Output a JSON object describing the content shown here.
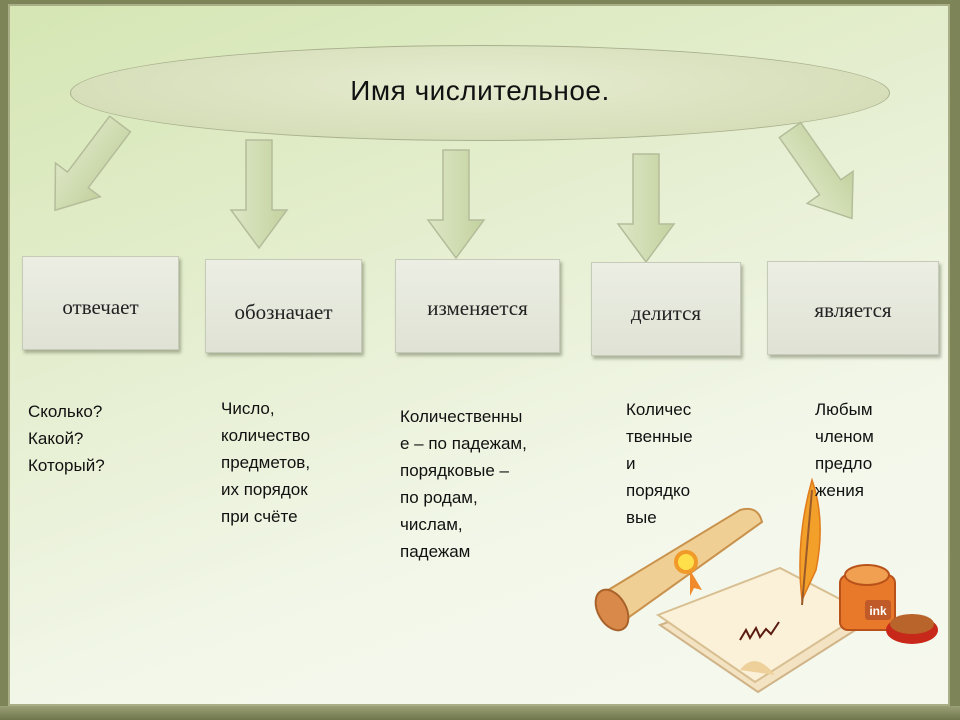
{
  "title": "Имя числительное.",
  "boxes": [
    {
      "label": "отвечает",
      "text": "Сколько?\nКакой?\nКоторый?"
    },
    {
      "label": "обозначает",
      "text": "Число,\nколичество\nпредметов,\nих порядок\nпри счёте"
    },
    {
      "label": "изменяется",
      "text": "Количественны\nе – по падежам,\nпорядковые –\nпо родам,\nчислам,\nпадежам"
    },
    {
      "label": "делится",
      "text": "Количес\nтвенные\nи\nпорядко\nвые"
    },
    {
      "label": "является",
      "text": "Любым\nчленом\nпредло\nжения"
    }
  ],
  "illustration": {
    "ink_label": "ink"
  },
  "colors": {
    "frame": "#7d8458",
    "arrow_fill": "#cfdcb0",
    "ellipse": "#d6dfb8"
  }
}
